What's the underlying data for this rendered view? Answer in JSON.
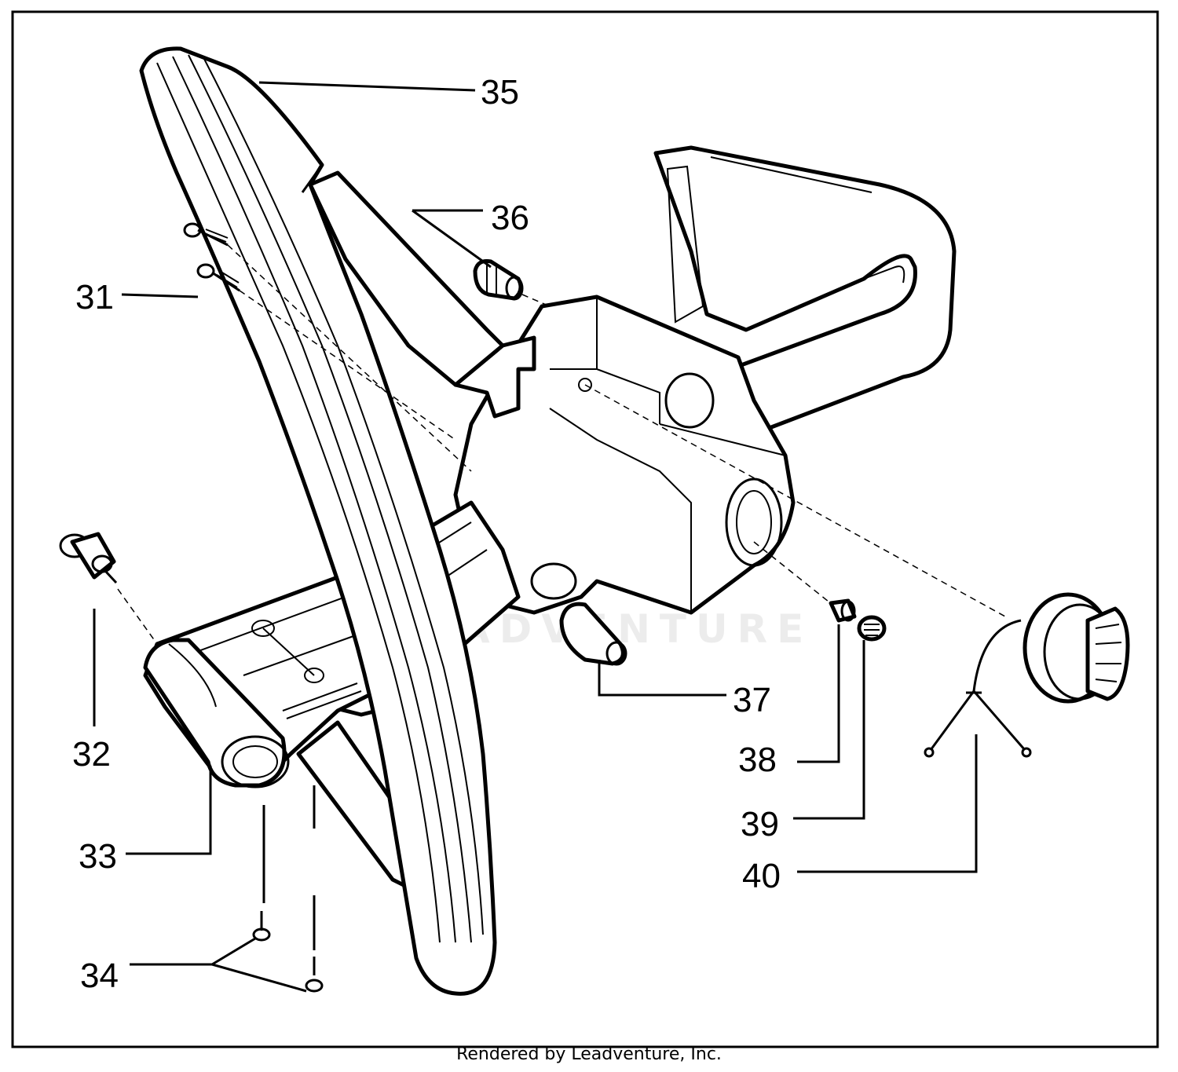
{
  "diagram": {
    "callouts": [
      {
        "id": "31",
        "label": "31"
      },
      {
        "id": "32",
        "label": "32"
      },
      {
        "id": "33",
        "label": "33"
      },
      {
        "id": "34",
        "label": "34"
      },
      {
        "id": "35",
        "label": "35"
      },
      {
        "id": "36",
        "label": "36"
      },
      {
        "id": "37",
        "label": "37"
      },
      {
        "id": "38",
        "label": "38"
      },
      {
        "id": "39",
        "label": "39"
      },
      {
        "id": "40",
        "label": "40"
      }
    ],
    "parts": [
      {
        "id": "front-handle",
        "icon": "front-handle-bar"
      },
      {
        "id": "rear-handle",
        "icon": "rear-handle-housing"
      },
      {
        "id": "anti-vibration-mount",
        "icon": "vibration-damper"
      },
      {
        "id": "oil-cap",
        "icon": "oil-tank-cap"
      },
      {
        "id": "screws",
        "icon": "screw"
      }
    ],
    "watermark": "LEADVENTURE"
  },
  "footer": {
    "credit": "Rendered by Leadventure, Inc."
  },
  "colors": {
    "line": "#000000",
    "background": "#ffffff"
  }
}
